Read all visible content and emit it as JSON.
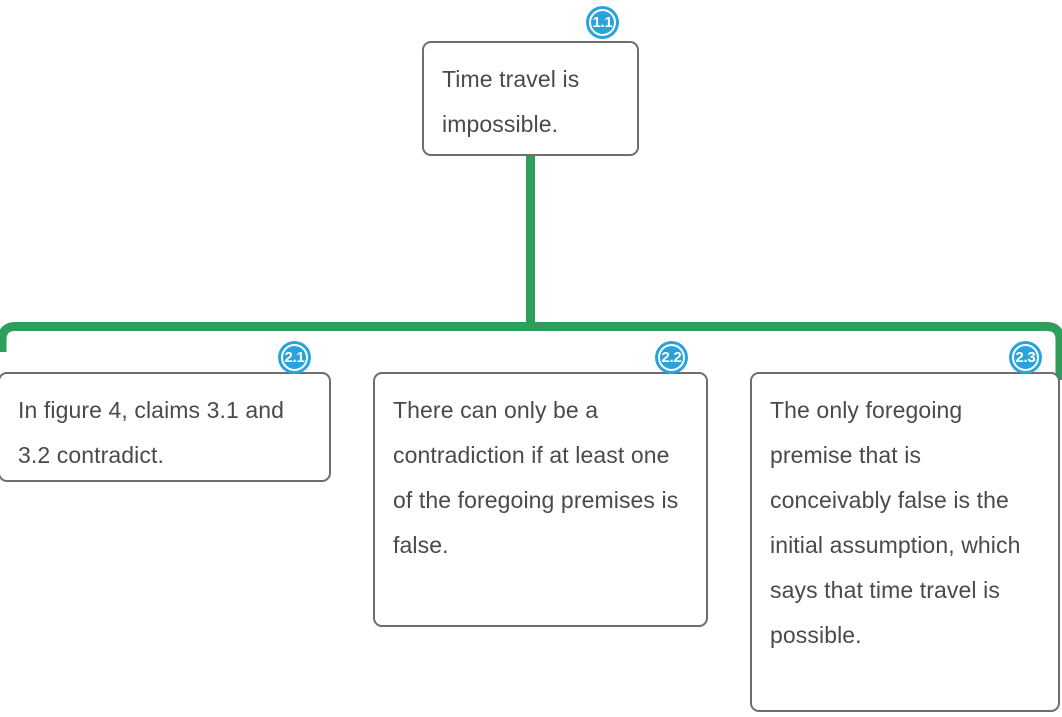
{
  "diagram": {
    "type": "argument-map",
    "colors": {
      "connector_green": "#2e9e5b",
      "badge_blue": "#29a3dc",
      "box_border": "#6e6e6e",
      "text": "#4a4a4a",
      "background": "#ffffff"
    },
    "root": {
      "id": "1.1",
      "badge_label": "1.1",
      "text": "Time travel is impossible."
    },
    "premises": [
      {
        "id": "2.1",
        "badge_label": "2.1",
        "text": "In figure 4, claims 3.1 and 3.2 contradict."
      },
      {
        "id": "2.2",
        "badge_label": "2.2",
        "text": "There can only be a contradiction if at least one of the foregoing premises is false."
      },
      {
        "id": "2.3",
        "badge_label": "2.3",
        "text": "The only foregoing premise that is conceivably false is the initial assumption, which says that time travel is possible."
      }
    ]
  }
}
